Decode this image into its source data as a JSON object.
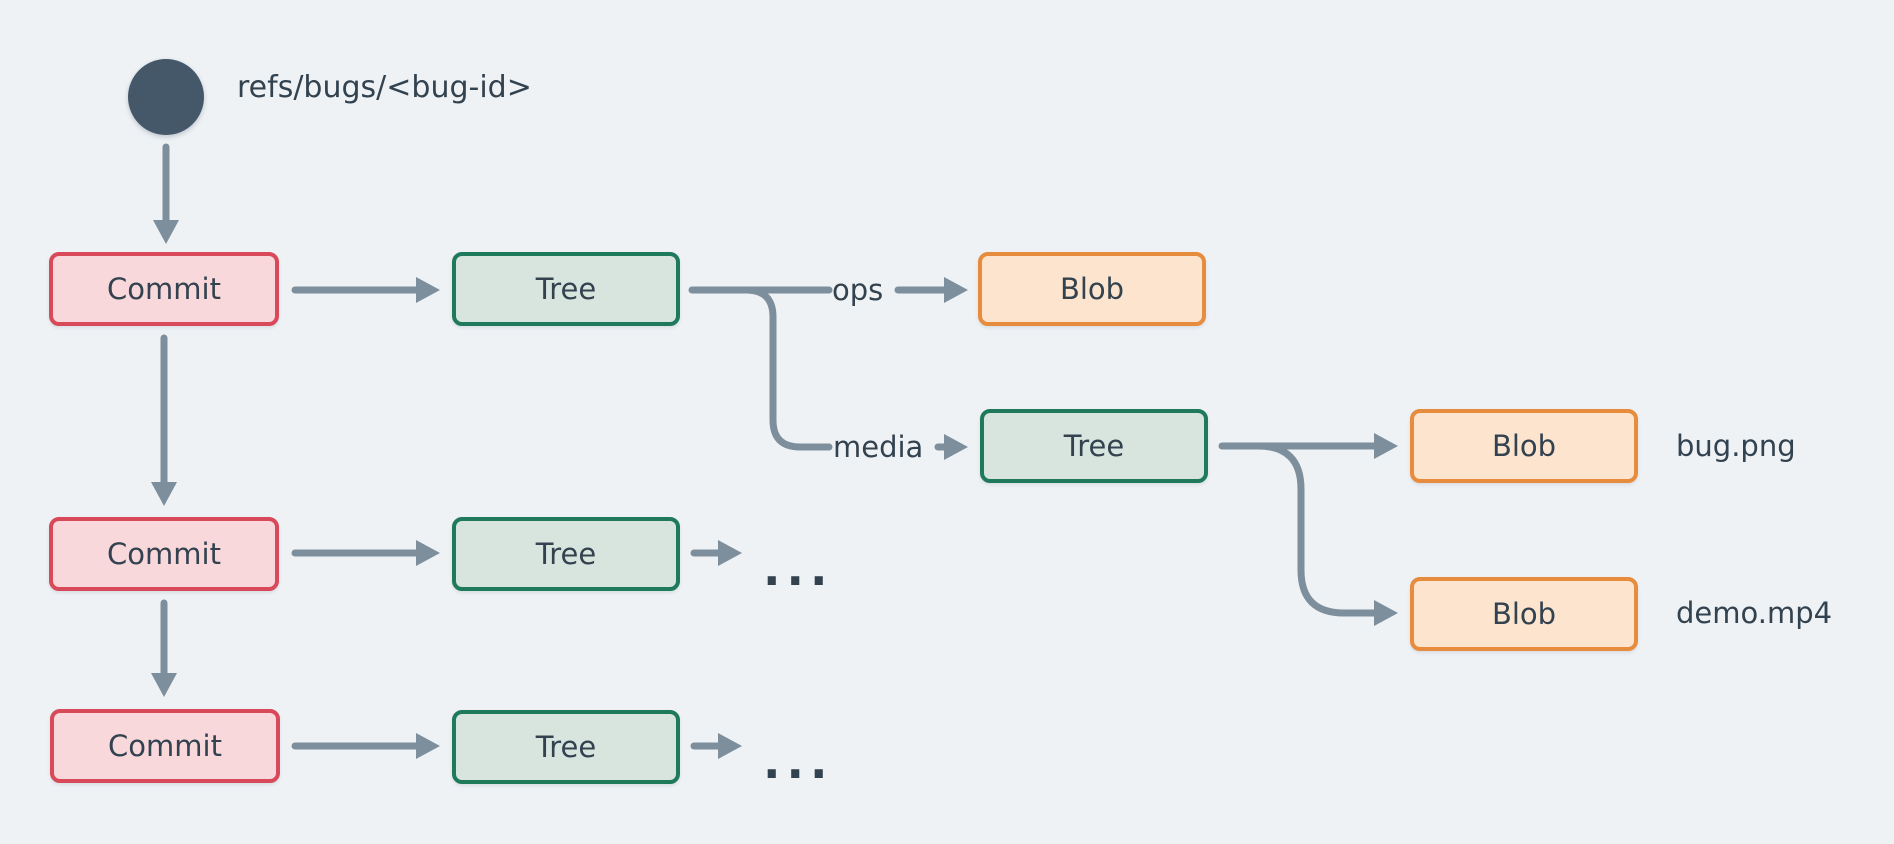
{
  "colors": {
    "background": "#eef2f5",
    "commit_fill": "#f9d8dc",
    "commit_border": "#d8495a",
    "tree_fill": "#d8e5df",
    "tree_border": "#1f7a5c",
    "blob_fill": "#fce4cf",
    "blob_border": "#e78b3d",
    "arrow": "#7d8e9c",
    "text": "#33424f",
    "ref_circle": "#45586a"
  },
  "ref": {
    "label": "refs/bugs/<bug-id>"
  },
  "nodes": {
    "commit1": "Commit",
    "commit2": "Commit",
    "commit3": "Commit",
    "tree1": "Tree",
    "tree2": "Tree",
    "tree3": "Tree",
    "tree4": "Tree",
    "blob_ops": "Blob",
    "blob_bug": "Blob",
    "blob_demo": "Blob"
  },
  "edge_labels": {
    "ops": "ops",
    "media": "media"
  },
  "file_labels": {
    "bug": "bug.png",
    "demo": "demo.mp4"
  },
  "ellipsis_row3": "...",
  "ellipsis_row4": "..."
}
